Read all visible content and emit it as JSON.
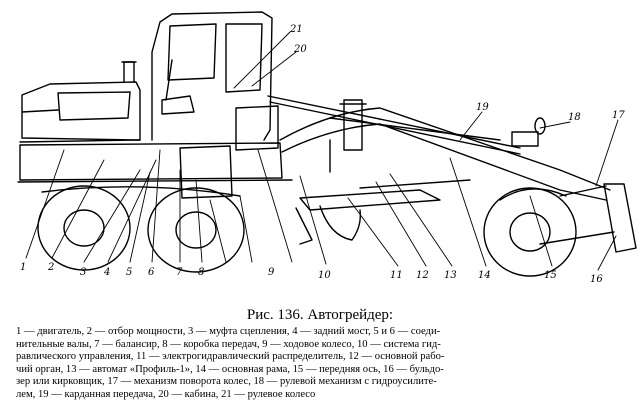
{
  "figure": {
    "caption": "Рис. 136. Автогрейдер:",
    "callouts": [
      "1",
      "2",
      "3",
      "4",
      "5",
      "6",
      "7",
      "8",
      "9",
      "10",
      "11",
      "12",
      "13",
      "14",
      "15",
      "16",
      "17",
      "18",
      "19",
      "20",
      "21"
    ],
    "legend_lines": [
      "1 — двигатель, 2 — отбор мощности, 3 — муфта сцепления, 4 — задний мост, 5 и 6 — соеди-",
      "нительные валы, 7 — балансир, 8 — коробка передач, 9 — ходовое колесо, 10 — система гид-",
      "равлического управления, 11 — электрогидравлический распределитель, 12 — основной рабо-",
      "чий орган, 13 — автомат «Профиль-1», 14 — основная рама, 15 — передняя ось, 16 — бульдо-",
      "зер или кирковщик, 17 — механизм поворота колес, 18 — рулевой механизм с гидроусилите-",
      "лем, 19 — карданная передача, 20 — кабина, 21 — рулевое колесо"
    ]
  }
}
